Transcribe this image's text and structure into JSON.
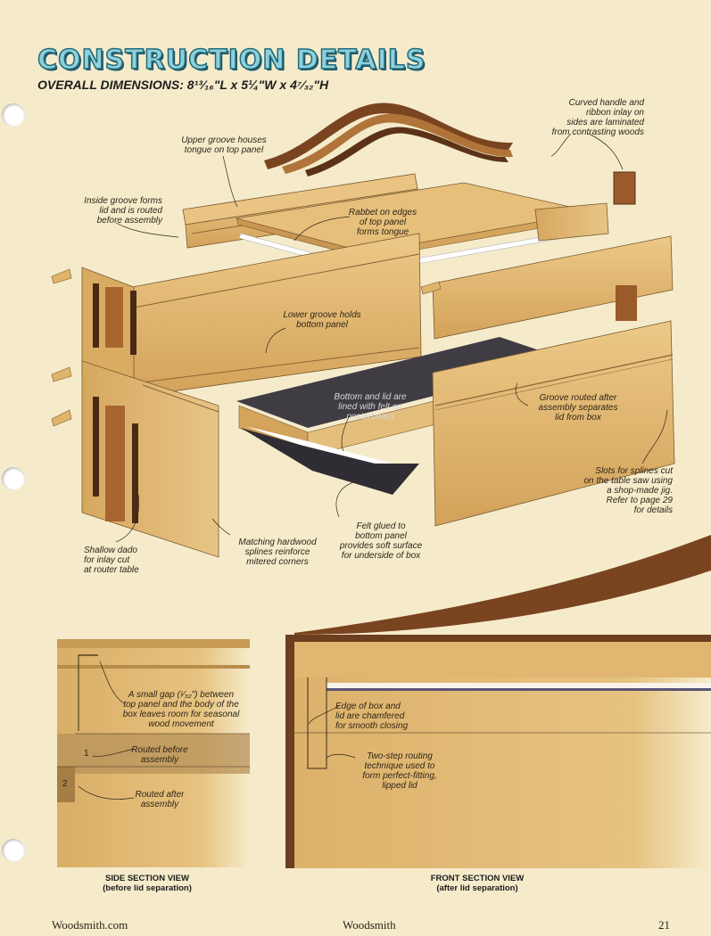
{
  "header": {
    "title": "CONSTRUCTION DETAILS",
    "dimensions": "OVERALL DIMENSIONS: 8¹³⁄₁₆\"L x 5¼\"W x 4⁷⁄₃₂\"H"
  },
  "callouts": {
    "upper_groove": "Upper groove houses\ntongue on top panel",
    "curved_handle": "Curved handle and\nribbon inlay on\nsides are laminated\nfrom contrasting woods",
    "inside_groove": "Inside groove forms\nlid and is routed\nbefore assembly",
    "rabbet": "Rabbet on edges\nof top panel\nforms tongue",
    "lower_groove": "Lower groove holds\nbottom panel",
    "bottom_lid": "Bottom and lid are\nlined with felt on\nposterboard",
    "groove_routed": "Groove routed after\nassembly separates\nlid from box",
    "slots": "Slots for splines cut\non the table saw using\na shop-made jig.\nRefer to page 29\nfor details",
    "felt": "Felt glued to\nbottom panel\nprovides soft surface\nfor underside of box",
    "shallow_dado": "Shallow dado\nfor inlay cut\nat router table",
    "splines": "Matching hardwood\nsplines reinforce\nmitered corners"
  },
  "side_section": {
    "gap_note": "A small gap (¹⁄₃₂\") between\ntop panel and the body of the\nbox leaves room for seasonal\nwood movement",
    "routed_before": "Routed before\nassembly",
    "routed_after": "Routed after\nassembly",
    "step1": "1",
    "step2": "2",
    "caption": "SIDE SECTION VIEW\n(before lid separation)"
  },
  "front_section": {
    "chamfer_note": "Edge of box and\nlid are chamfered\nfor smooth closing",
    "routing_note": "Two-step routing\ntechnique used to\nform perfect-fitting,\nlipped lid",
    "caption": "FRONT SECTION VIEW\n(after lid separation)"
  },
  "footer": {
    "left": "Woodsmith.com",
    "center": "Woodsmith",
    "page": "21"
  },
  "colors": {
    "paper": "#f5ebcb",
    "wood_light": "#e2bd78",
    "wood_mid": "#d4a45c",
    "wood_dark": "#6b3f1f",
    "felt": "#4a4850",
    "title_fill": "#8fd0da",
    "title_stroke": "#1f6a7c"
  }
}
